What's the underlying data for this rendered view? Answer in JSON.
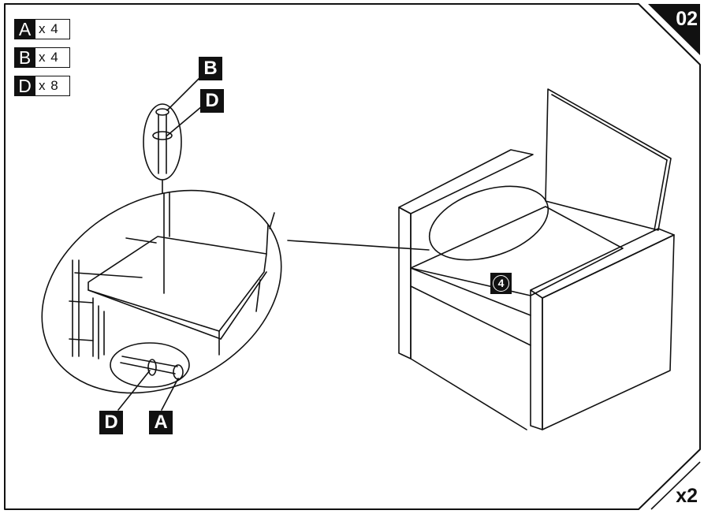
{
  "step": {
    "number": "02",
    "repeat": "x2"
  },
  "parts": [
    {
      "letter": "A",
      "qty": "x 4"
    },
    {
      "letter": "B",
      "qty": "x 4"
    },
    {
      "letter": "D",
      "qty": "x 8"
    }
  ],
  "callouts": {
    "top_bolt": "B",
    "top_washer": "D",
    "side_washer": "D",
    "side_bolt": "A"
  },
  "assembly_marker": "4",
  "colors": {
    "ink": "#111111",
    "paper": "#ffffff"
  }
}
